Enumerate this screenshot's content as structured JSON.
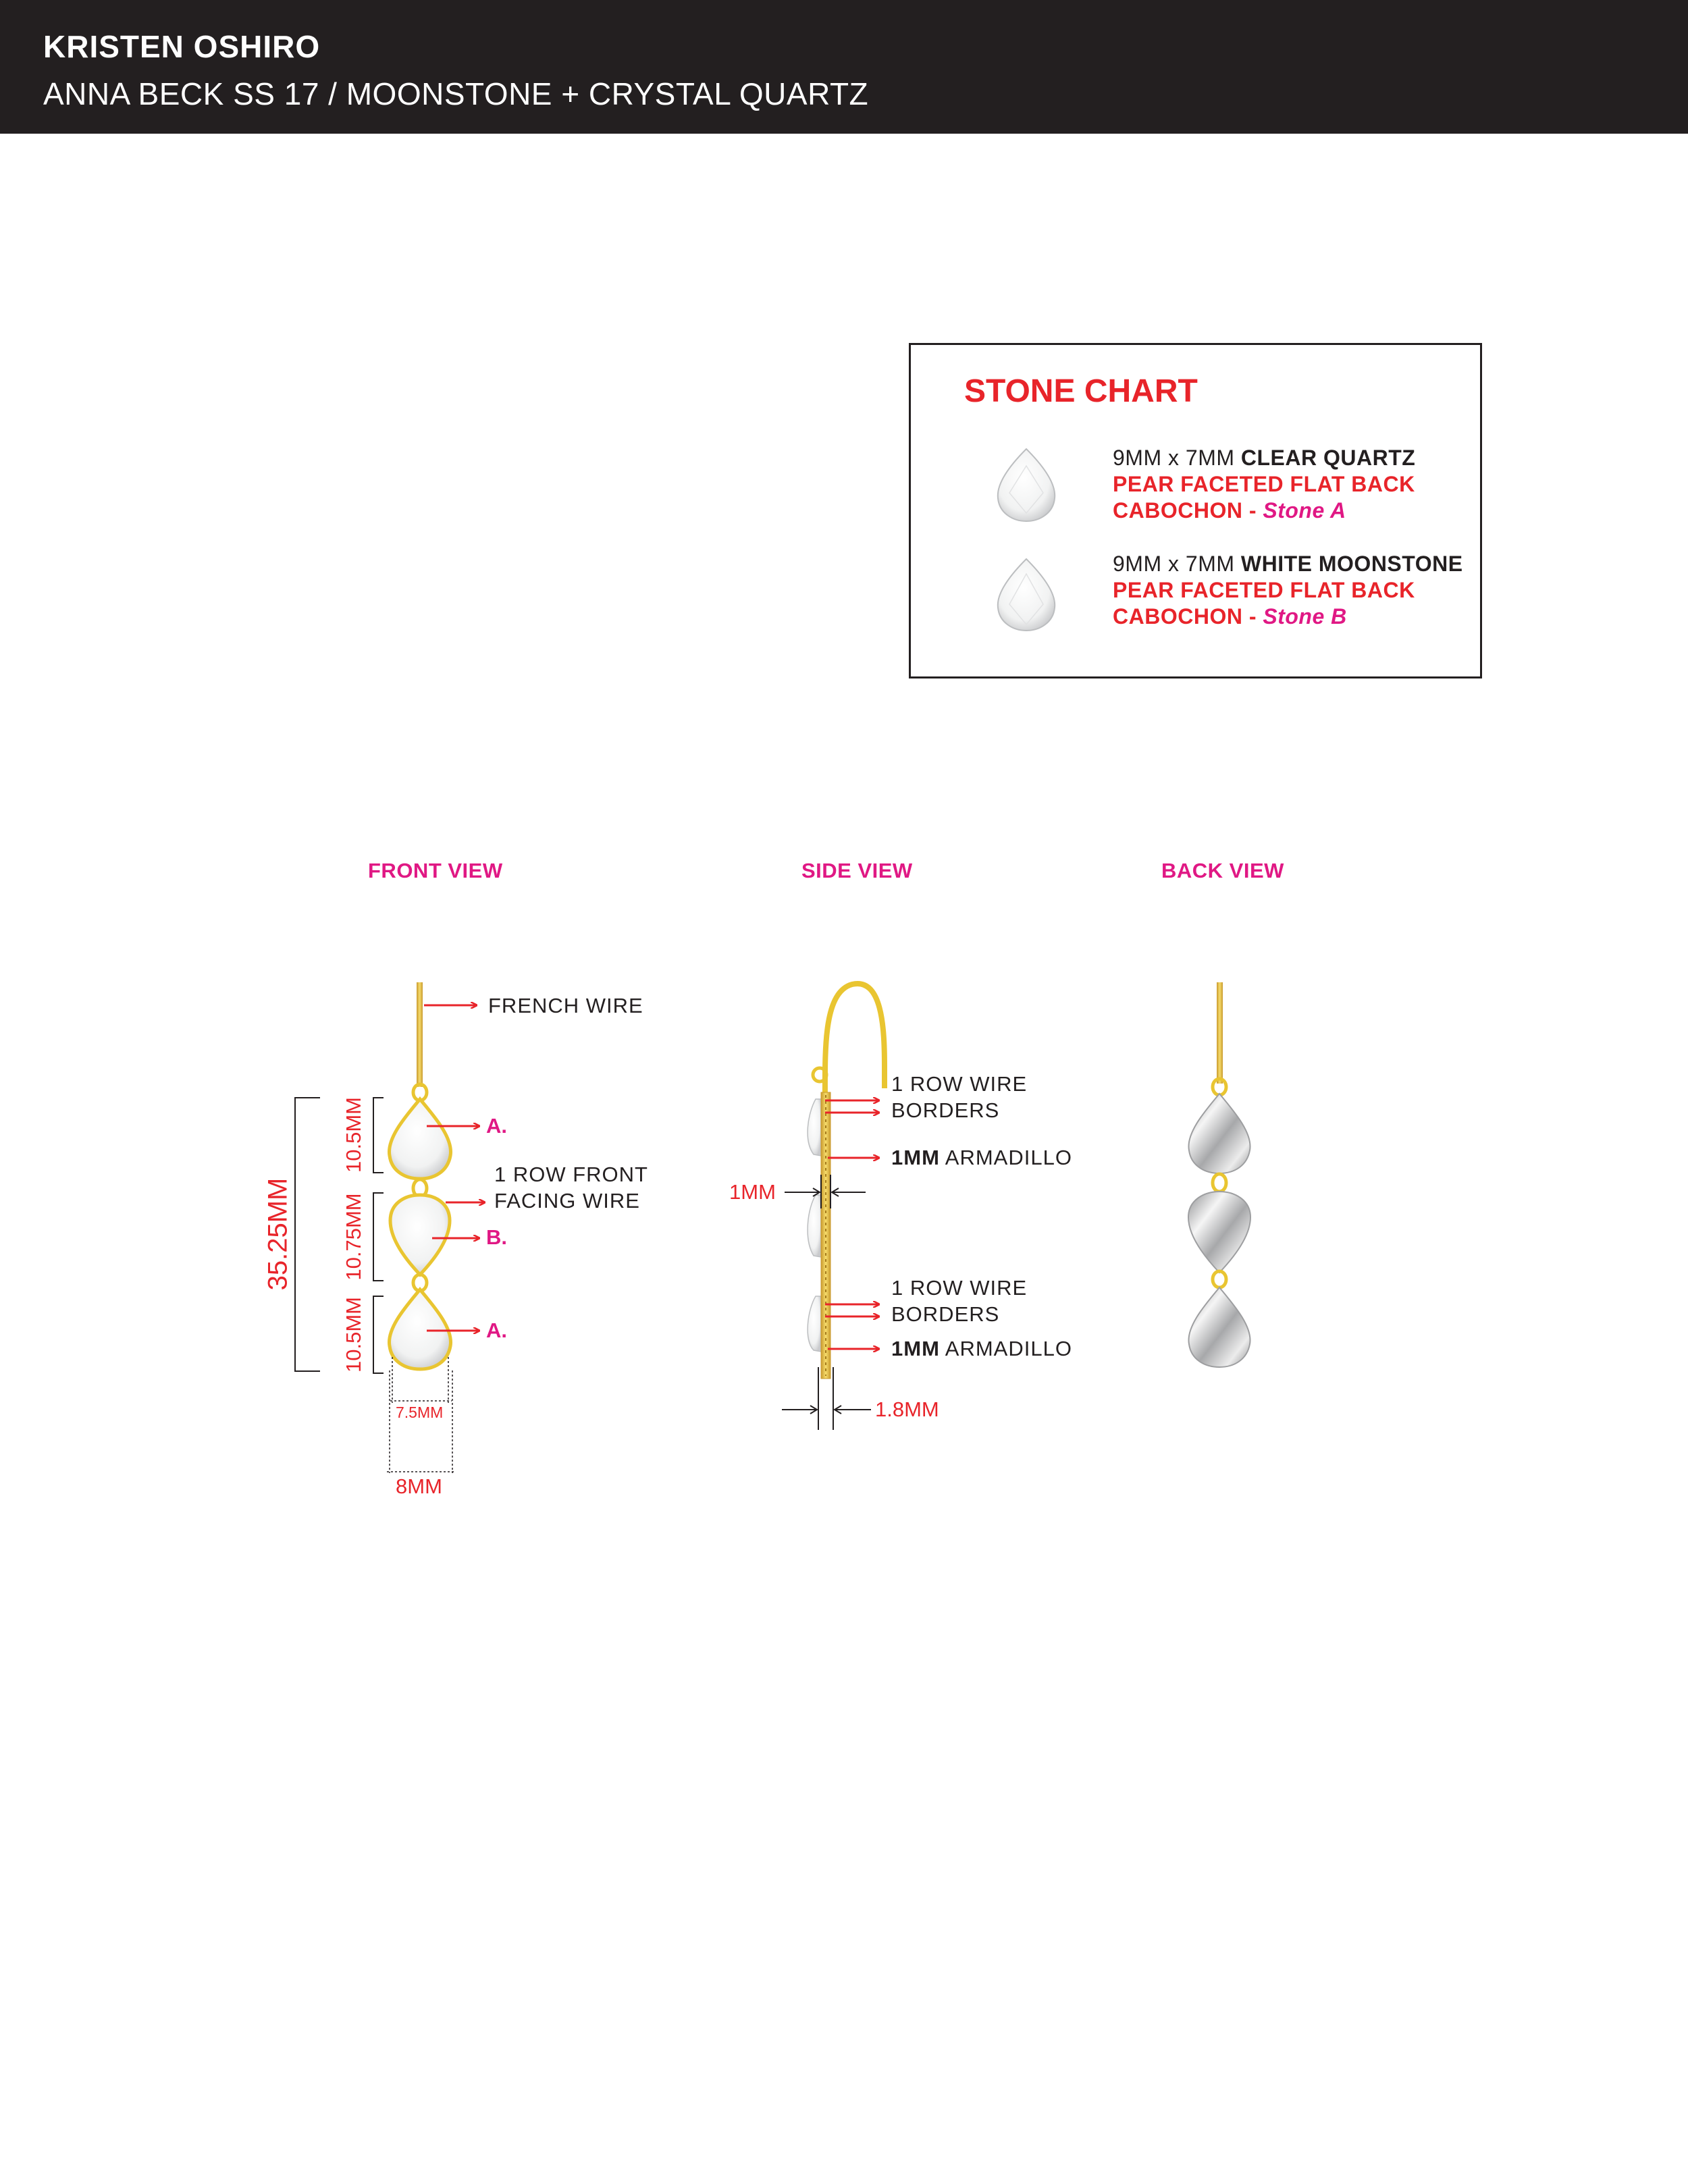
{
  "header": {
    "designer": "KRISTEN OSHIRO",
    "collection": "ANNA BECK SS 17 / MOONSTONE + CRYSTAL QUARTZ"
  },
  "stone_chart": {
    "title": "STONE CHART",
    "stones": [
      {
        "size": "9MM x 7MM",
        "name": "CLEAR QUARTZ",
        "cut_line1": "PEAR FACETED FLAT BACK",
        "cut_line2": "CABOCHON -",
        "label": "Stone A"
      },
      {
        "size": "9MM x 7MM",
        "name": "WHITE MOONSTONE",
        "cut_line1": "PEAR FACETED FLAT BACK",
        "cut_line2": "CABOCHON -",
        "label": "Stone B"
      }
    ]
  },
  "views": {
    "front": {
      "label": "FRONT VIEW",
      "callouts": {
        "french_wire": "FRENCH WIRE",
        "front_wire_1": "1 ROW FRONT",
        "front_wire_2": "FACING WIRE"
      },
      "stone_letters": [
        "A.",
        "B.",
        "A."
      ],
      "dimensions": {
        "total": "35.25MM",
        "top": "10.5MM",
        "middle": "10.75MM",
        "bottom": "10.5MM",
        "stone_width": "7.5MM",
        "outer_width": "8MM"
      }
    },
    "side": {
      "label": "SIDE VIEW",
      "callouts": {
        "borders_1a": "1 ROW WIRE",
        "borders_1b": "BORDERS",
        "armadillo_1_bold": "1MM",
        "armadillo_1": "ARMADILLO",
        "borders_2a": "1 ROW WIRE",
        "borders_2b": "BORDERS",
        "armadillo_2_bold": "1MM",
        "armadillo_2": "ARMADILLO"
      },
      "dimensions": {
        "thickness": "1MM",
        "depth": "1.8MM"
      }
    },
    "back": {
      "label": "BACK VIEW"
    }
  },
  "colors": {
    "header_bg": "#231f20",
    "accent_red": "#e8242a",
    "accent_magenta": "#e01884",
    "gold": "#e9c531",
    "silver": "#c9cacc"
  }
}
